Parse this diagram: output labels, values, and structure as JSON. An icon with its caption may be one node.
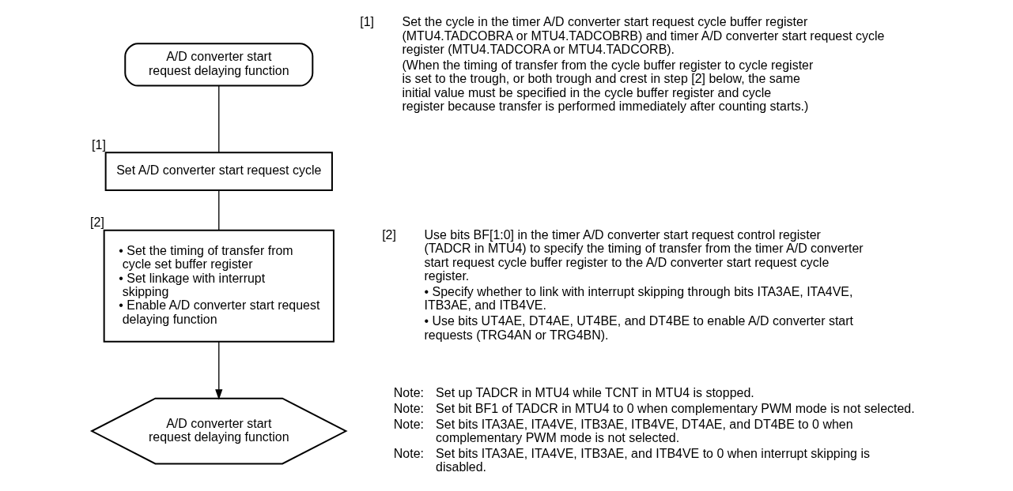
{
  "diagram": {
    "nodes": [
      {
        "text": [
          "A/D converter start request delaying function"
        ]
      },
      {
        "text": [
          "Set A/D converter start request cycle"
        ],
        "beside": [
          "[1]"
        ]
      },
      {
        "text": [
          "• Set the timing of transfer from cycle set buffer register",
          "• Set linkage with interrupt skipping",
          "• Enable A/D converter start request delaying function"
        ],
        "beside": [
          "[2]"
        ]
      },
      {
        "text": [
          "A/D converter start request delaying function"
        ]
      }
    ],
    "edges": [
      {
        "from": 0,
        "to": 1,
        "arrow": "none"
      },
      {
        "from": 1,
        "to": 2,
        "arrow": "none"
      },
      {
        "from": 2,
        "to": 3,
        "arrow": "to"
      }
    ],
    "labels": [
      "[1]",
      "Set the cycle in the timer A/D converter start request cycle buffer register (MTU4.TADCOBRA or MTU4.TADCOBRB) and timer A/D converter start request cycle register (MTU4.TADCORA or MTU4.TADCORB).",
      "(When the timing of transfer from the cycle buffer register to cycle register is set to the trough, or both trough and crest in step [2] below, the same initial value must be specified in the cycle buffer register and cycle register because transfer is performed immediately after counting starts.)",
      "[2]",
      "Use bits BF[1:0] in the timer A/D converter start request control register (TADCR in MTU4) to specify the timing of transfer from the timer A/D converter start request cycle buffer register to the A/D converter start request cycle register.",
      "• Specify whether to link with interrupt skipping through bits ITA3AE, ITA4VE, ITB3AE, and ITB4VE.",
      "• Use bits UT4AE, DT4AE, UT4BE, and DT4BE to enable A/D converter start requests (TRG4AN or TRG4BN).",
      "Note:",
      "Set up TADCR in MTU4 while TCNT in MTU4 is stopped.",
      "Note:",
      "Set bit BF1 of TADCR in MTU4 to 0 when complementary PWM mode is not selected.",
      "Note:",
      "Set bits ITA3AE, ITA4VE, ITB3AE, ITB4VE, DT4AE, and DT4BE to 0 when complementary PWM mode is not selected.",
      "Note:",
      "Set bits ITA3AE, ITA4VE, ITB3AE, and ITB4VE to 0 when interrupt skipping is disabled."
    ]
  }
}
